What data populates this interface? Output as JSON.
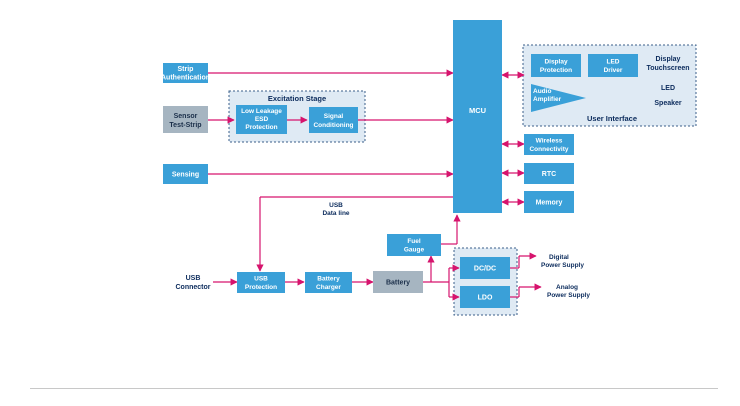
{
  "colors": {
    "block": "#3aa0d8",
    "block_grey": "#a6b5c1",
    "group_fill": "#dfeaf4",
    "group_border": "#3b5f8a",
    "connector": "#d6146d",
    "label": "#0b2b5c"
  },
  "blocks": {
    "strip_auth": [
      "Strip",
      "Authentication"
    ],
    "sensor": [
      "Sensor",
      "Test-Strip"
    ],
    "low_leak": [
      "Low Leakage",
      "ESD",
      "Protection"
    ],
    "signal": [
      "Signal",
      "Conditioning"
    ],
    "sensing": [
      "Sensing"
    ],
    "mcu": [
      "MCU"
    ],
    "display_prot": [
      "Display",
      "Protection"
    ],
    "led_driver": [
      "LED",
      "Driver"
    ],
    "audio": [
      "Audio",
      "Amplifier"
    ],
    "wireless": [
      "Wireless",
      "Connectivity"
    ],
    "rtc": [
      "RTC"
    ],
    "memory": [
      "Memory"
    ],
    "fuel": [
      "Fuel",
      "Gauge"
    ],
    "usb_prot": [
      "USB",
      "Protection"
    ],
    "charger": [
      "Battery",
      "Charger"
    ],
    "battery": [
      "Battery"
    ],
    "dcdc": [
      "DC/DC"
    ],
    "ldo": [
      "LDO"
    ]
  },
  "groups": {
    "excitation": "Excitation Stage",
    "user_interface": "User Interface"
  },
  "labels": {
    "display_touch": [
      "Display",
      "Touchscreen"
    ],
    "led": "LED",
    "speaker": "Speaker",
    "usb_data": [
      "USB",
      "Data line"
    ],
    "usb_connector": [
      "USB",
      "Connector"
    ],
    "digital": [
      "Digital",
      "Power Supply"
    ],
    "analog": [
      "Analog",
      "Power Supply"
    ]
  }
}
